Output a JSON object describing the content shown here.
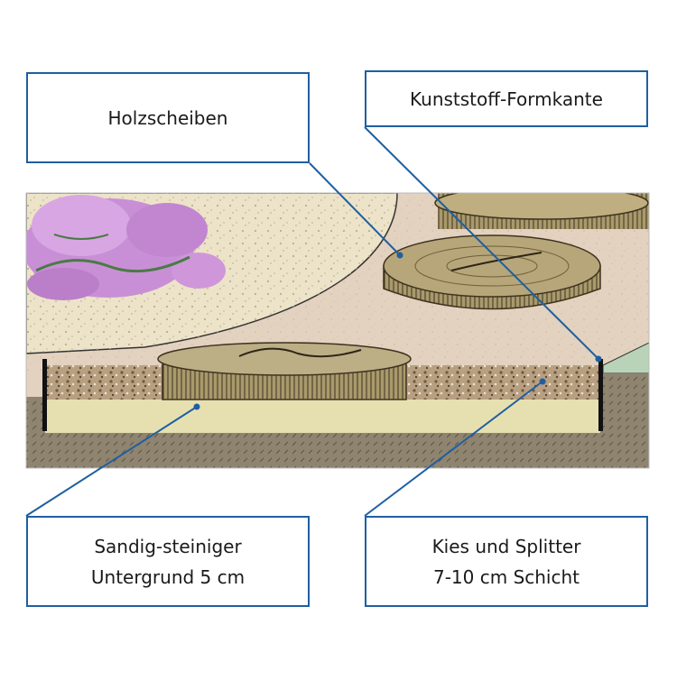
{
  "labels": {
    "holzscheiben": "Holzscheiben",
    "kunststoff_formkante": "Kunststoff-Formkante",
    "sandig_line1": "Sandig-steiniger",
    "sandig_line2": "Untergrund 5 cm",
    "kies_line1": "Kies und Splitter",
    "kies_line2": "7-10 cm Schicht"
  },
  "colors": {
    "box_border": "#1f5fa0",
    "leader_line": "#1f5fa0",
    "path_surface": "#e3d2bf",
    "gravel_bed": "#ece3c8",
    "wood": "#b7a679",
    "wood_dark": "#5a4a2e",
    "soil": "#8c7f6c",
    "sand_layer": "#e6e0b0",
    "gravel_layer": "#b59a7a",
    "flowers": "#c98fd6",
    "lawn": "#b9d3b8"
  }
}
